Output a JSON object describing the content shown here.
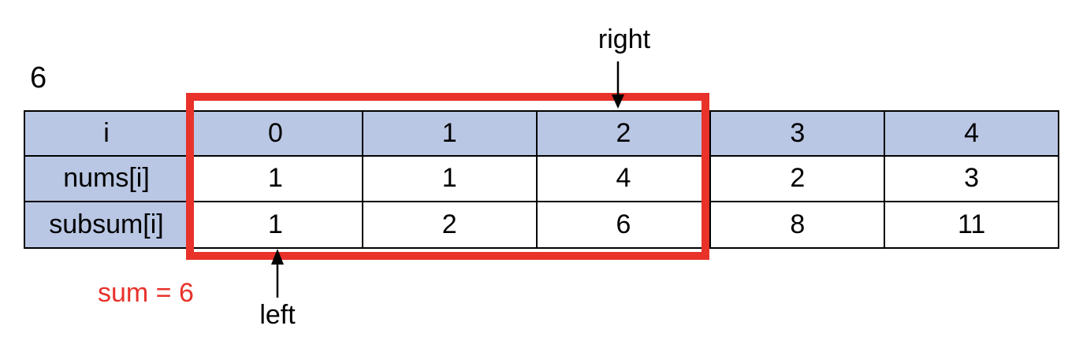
{
  "scalar": {
    "value": "6"
  },
  "table": {
    "rows": [
      {
        "label": "i",
        "cells": [
          "0",
          "1",
          "2",
          "3",
          "4"
        ]
      },
      {
        "label": "nums[i]",
        "cells": [
          "1",
          "1",
          "4",
          "2",
          "3"
        ]
      },
      {
        "label": "subsum[i]",
        "cells": [
          "1",
          "2",
          "6",
          "8",
          "11"
        ]
      }
    ]
  },
  "annotations": {
    "right_pointer_label": "right",
    "left_pointer_label": "left",
    "sum_label": "sum = 6"
  },
  "colors": {
    "header_fill": "#b9c7e4",
    "cell_fill": "#ffffff",
    "grid_line": "#000000",
    "highlight": "#e8322a",
    "text": "#000000"
  },
  "chart_data": {
    "type": "table",
    "title": "",
    "categories": [
      "0",
      "1",
      "2",
      "3",
      "4"
    ],
    "series": [
      {
        "name": "nums[i]",
        "values": [
          1,
          1,
          4,
          2,
          3
        ]
      },
      {
        "name": "subsum[i]",
        "values": [
          1,
          2,
          6,
          8,
          11
        ]
      }
    ],
    "annotations": {
      "window_left_index": 0,
      "window_right_index": 2,
      "window_sum": 6,
      "scalar_target": 6
    }
  }
}
